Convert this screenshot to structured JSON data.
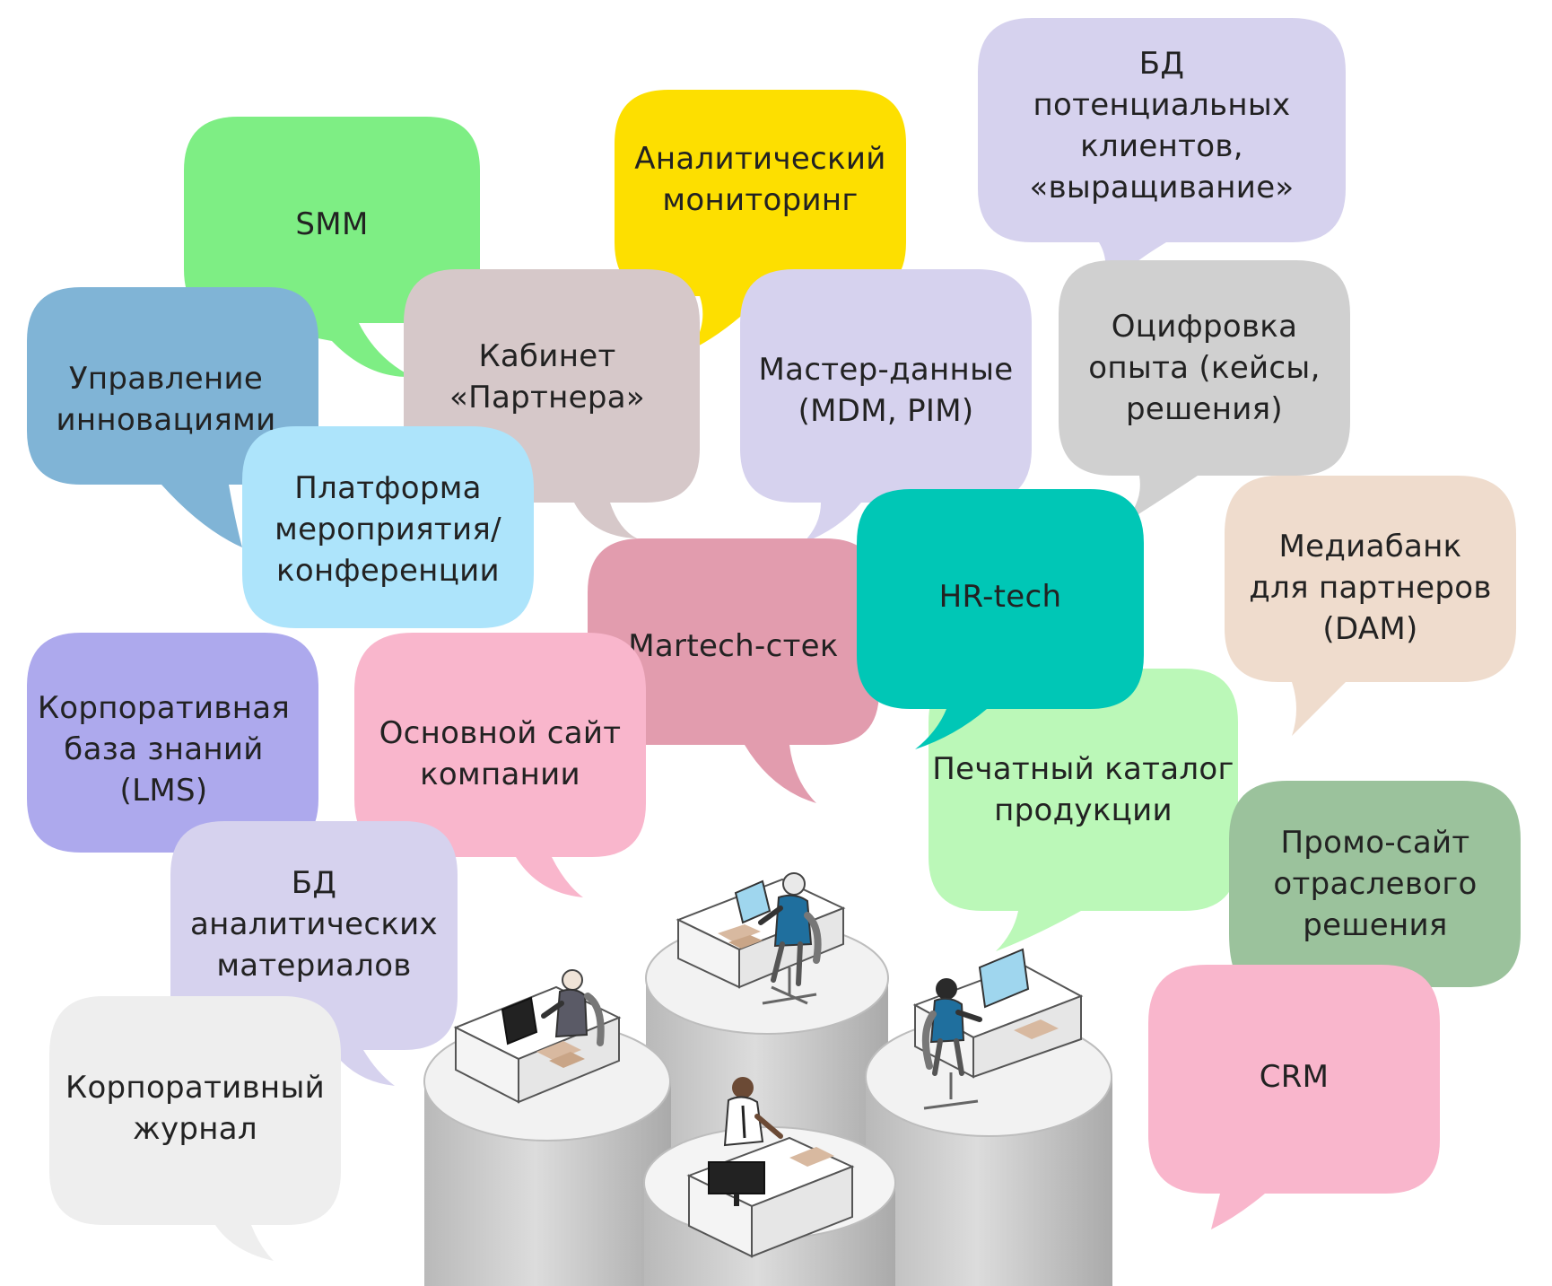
{
  "bubbles": [
    {
      "id": "bd-potential-clients",
      "lines": [
        "БД",
        "потенциальных",
        "клиентов,",
        "«выращивание»"
      ],
      "color": "#d6d2ee"
    },
    {
      "id": "analytic-monitoring",
      "lines": [
        "Аналитический",
        "мониторинг"
      ],
      "color": "#fddf00"
    },
    {
      "id": "smm",
      "lines": [
        "SMM"
      ],
      "color": "#7eee84"
    },
    {
      "id": "innovation-management",
      "lines": [
        "Управление",
        "инновациями"
      ],
      "color": "#80b4d6"
    },
    {
      "id": "partner-cabinet",
      "lines": [
        "Кабинет",
        "«Партнера»"
      ],
      "color": "#d6c8c9"
    },
    {
      "id": "master-data",
      "lines": [
        "Мастер-данные",
        "(MDM, PIM)"
      ],
      "color": "#d6d2ee"
    },
    {
      "id": "experience-digitization",
      "lines": [
        "Оцифровка",
        "опыта (кейсы,",
        "решения)"
      ],
      "color": "#d0d0d0"
    },
    {
      "id": "event-platform",
      "lines": [
        "Платформа",
        "мероприятия/",
        "конференции"
      ],
      "color": "#ade4fb"
    },
    {
      "id": "martech-stack",
      "lines": [
        "Martech-стек"
      ],
      "color": "#e29cae"
    },
    {
      "id": "hr-tech",
      "lines": [
        "HR-tech"
      ],
      "color": "#00c7b6"
    },
    {
      "id": "media-bank",
      "lines": [
        "Медиабанк",
        "для партнеров",
        "(DAM)"
      ],
      "color": "#efdccd"
    },
    {
      "id": "lms",
      "lines": [
        "Корпоративная",
        "база знаний",
        "(LMS)"
      ],
      "color": "#ada9ed"
    },
    {
      "id": "main-site",
      "lines": [
        "Основной сайт",
        "компании"
      ],
      "color": "#f9b6cc"
    },
    {
      "id": "print-catalog",
      "lines": [
        "Печатный каталог",
        "продукции"
      ],
      "color": "#bbf8b8"
    },
    {
      "id": "promo-site",
      "lines": [
        "Промо-сайт",
        "отраслевого",
        "решения"
      ],
      "color": "#9bc29c"
    },
    {
      "id": "bd-analytics",
      "lines": [
        "БД",
        "аналитических",
        "материалов"
      ],
      "color": "#d6d2ee"
    },
    {
      "id": "corp-journal",
      "lines": [
        "Корпоративный",
        "журнал"
      ],
      "color": "#eeeeee"
    },
    {
      "id": "crm",
      "lines": [
        "CRM"
      ],
      "color": "#f9b6cc"
    }
  ],
  "colors": {
    "text": "#222222",
    "pillar_top": "#f3f3f3",
    "pillar_body": "#c8c8c8",
    "monitor": "#9fd6ee",
    "shirt": "#1f6f9e"
  },
  "scene_icons": [
    "office-worker-icon",
    "desk-icon",
    "monitor-icon",
    "office-chair-icon",
    "pillar-icon"
  ]
}
